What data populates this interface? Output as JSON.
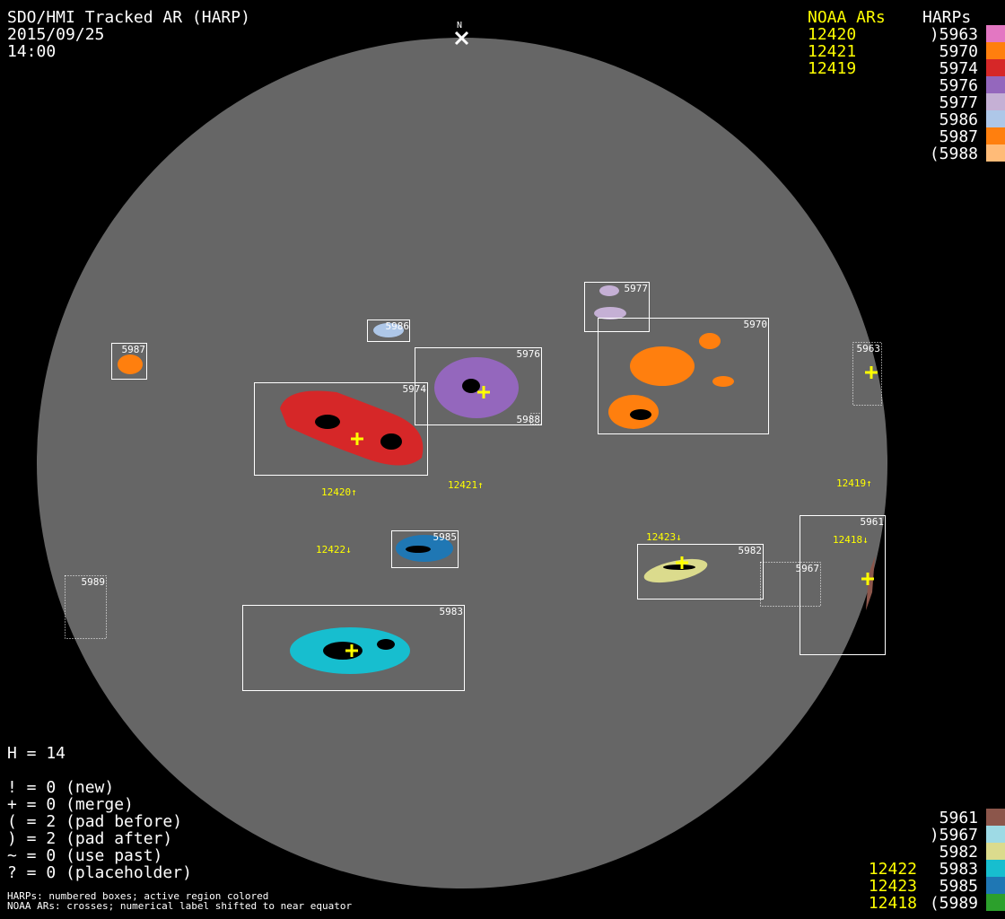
{
  "header": {
    "title": "SDO/HMI Tracked AR (HARP)",
    "date": "2015/09/25",
    "time": "14:00",
    "north_label": "N"
  },
  "legend_top": {
    "noaa_header": "NOAA ARs",
    "harps_header": "HARPs",
    "noaa": [
      "12420",
      "12421",
      "12419"
    ],
    "harps": [
      {
        "label": ")5963",
        "color": "#e377c2"
      },
      {
        "label": "5970",
        "color": "#ff7f0e"
      },
      {
        "label": "5974",
        "color": "#d62728"
      },
      {
        "label": "5976",
        "color": "#9467bd"
      },
      {
        "label": "5977",
        "color": "#c5b0d5"
      },
      {
        "label": "5986",
        "color": "#aec7e8"
      },
      {
        "label": "5987",
        "color": "#ff7f0e"
      },
      {
        "label": "(5988",
        "color": "#ffbb78"
      }
    ]
  },
  "legend_bottom": {
    "noaa": [
      "12422",
      "12423",
      "12418"
    ],
    "harps": [
      {
        "label": "5961",
        "color": "#8c564b"
      },
      {
        "label": ")5967",
        "color": "#9edae5"
      },
      {
        "label": "5982",
        "color": "#dbdb8d"
      },
      {
        "label": "5983",
        "color": "#17becf"
      },
      {
        "label": "5985",
        "color": "#1f77b4"
      },
      {
        "label": "(5989",
        "color": "#2ca02c"
      }
    ]
  },
  "stats": {
    "h": "H = 14",
    "lines": [
      "! = 0 (new)",
      "+ = 0 (merge)",
      "( = 2 (pad before)",
      ") = 2 (pad after)",
      "~ = 0 (use past)",
      "? = 0 (placeholder)"
    ]
  },
  "footnotes": [
    "HARPs: numbered boxes; active region colored",
    "NOAA ARs: crosses; numerical label shifted to near equator"
  ],
  "disk": {
    "harp_boxes": [
      "5977",
      "5986",
      "5970",
      "5987",
      "5963",
      "5976",
      "5988",
      "5974",
      "5985",
      "5961",
      "5982",
      "5967",
      "5989",
      "5983"
    ],
    "noaa_labels": [
      "12420↑",
      "12421↑",
      "12419↑",
      "12422↓",
      "12423↓",
      "12418↓"
    ]
  },
  "colors": {
    "disk": "#666666",
    "noaa": "#ffff00",
    "box": "#ffffff"
  }
}
